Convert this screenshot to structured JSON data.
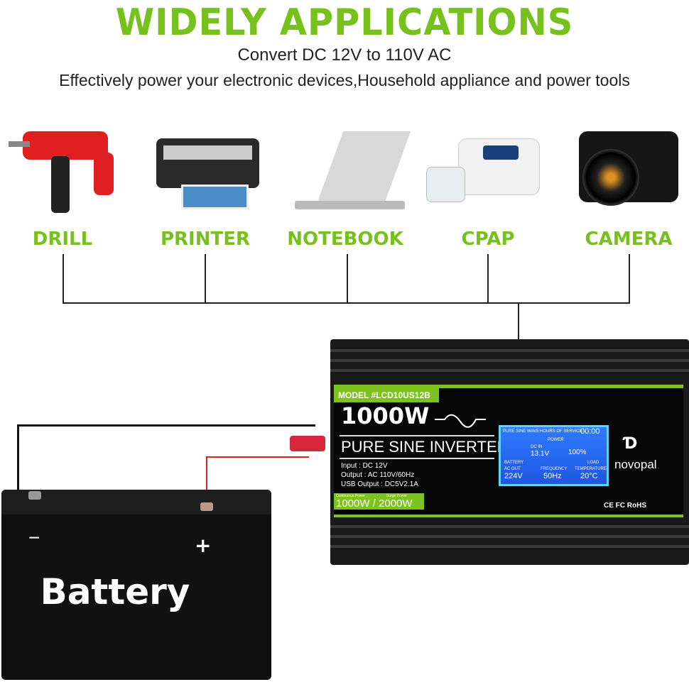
{
  "header": {
    "title": "WIDELY APPLICATIONS",
    "subtitle": "Convert DC 12V to 110V AC",
    "description": "Effectively power your electronic devices,Household appliance and power tools"
  },
  "devices": [
    {
      "label": "DRILL",
      "icon": "drill-icon",
      "color": "#e02020"
    },
    {
      "label": "PRINTER",
      "icon": "printer-icon",
      "color": "#333333"
    },
    {
      "label": "NOTEBOOK",
      "icon": "laptop-icon",
      "color": "#c8c8c8"
    },
    {
      "label": "CPAP",
      "icon": "cpap-icon",
      "color": "#f0f0f0"
    },
    {
      "label": "CAMERA",
      "icon": "camera-icon",
      "color": "#111111"
    }
  ],
  "inverter": {
    "model": "MODEL #LCD10US12B",
    "wattage": "1000W",
    "type": "PURE SINE INVERTER",
    "input": "Input :      DC 12V",
    "output": "Output :   AC 110V/60Hz",
    "usb": "USB Output : DC5V2.1A",
    "continuous_label": "Continuous Power",
    "surge_label": "Surge Power",
    "power": "1000W / 2000W",
    "brand": "novopal",
    "certifications": "CE FC RoHS",
    "lcd": {
      "mode": "PURE SINE WAVE",
      "hours_label": "HOURS OF SERVICE",
      "hours": "00:00",
      "power_label": "POWER",
      "dc_in_label": "DC IN",
      "dc_in": "13.1V",
      "load": "100%",
      "battery_label": "BATTERY",
      "load_label": "LOAD",
      "ac_out_label": "AC OUT",
      "ac_out": "224V",
      "frequency_label": "FREQUENCY",
      "frequency": "50Hz",
      "temperature_label": "TEMPERATURE",
      "temperature": "20°C"
    }
  },
  "battery": {
    "label": "Battery",
    "negative": "−",
    "positive": "+"
  },
  "colors": {
    "accent": "#76c11b",
    "wire_positive": "#e02020",
    "wire_negative": "#111111"
  }
}
